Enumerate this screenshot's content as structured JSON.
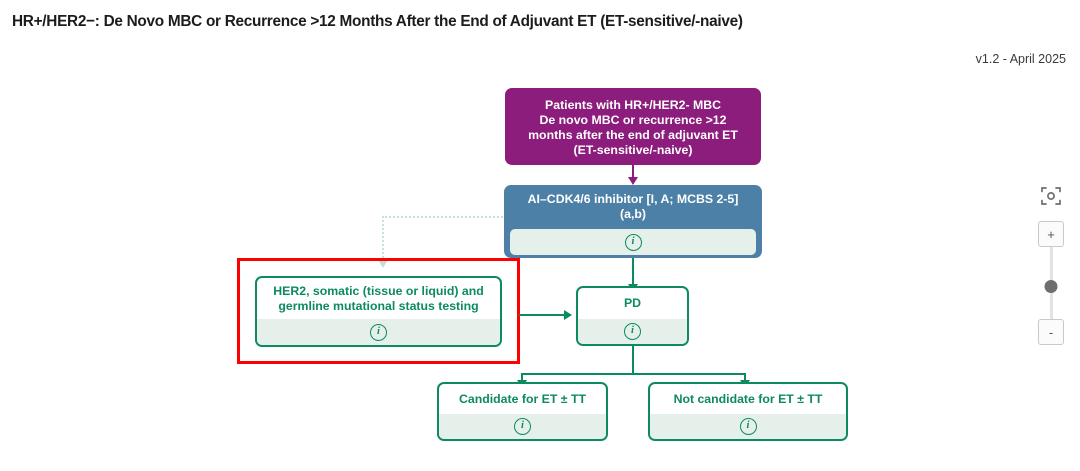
{
  "header": {
    "title": "HR+/HER2−: De Novo MBC or Recurrence >12 Months After the End of Adjuvant ET (ET-sensitive/-naive)",
    "version": "v1.2 - April 2025"
  },
  "colors": {
    "purple": "#8c1d7c",
    "blue": "#4d80a6",
    "green": "#0d8a5f",
    "infobar": "#e4f0e9",
    "selection": "#ff0000",
    "dotted": "#c7e3d6"
  },
  "diagram": {
    "nodes": [
      {
        "id": "patients",
        "type": "purple",
        "label": "Patients with HR+/HER2- MBC\nDe novo MBC or recurrence >12\nmonths after the end of adjuvant ET\n(ET-sensitive/-naive)",
        "line1": "Patients with HR+/HER2- MBC",
        "line2": "De novo MBC or recurrence >12",
        "line3": "months after the end of adjuvant ET",
        "line4": "(ET-sensitive/-naive)",
        "has_info": false,
        "selected": false
      },
      {
        "id": "ai-cdk",
        "type": "blue",
        "line1": "AI–CDK4/6 inhibitor [I, A; MCBS 2-5]",
        "line2": "(a,b)",
        "info_icon": "info-icon",
        "has_info": true,
        "selected": false
      },
      {
        "id": "her2-testing",
        "type": "green",
        "line1": "HER2, somatic (tissue or liquid) and",
        "line2": "germline mutational status testing",
        "info_icon": "info-icon",
        "has_info": true,
        "selected": true
      },
      {
        "id": "pd",
        "type": "green",
        "line1": "PD",
        "info_icon": "info-icon",
        "has_info": true,
        "selected": false
      },
      {
        "id": "candidate",
        "type": "green",
        "line1": "Candidate for ET ± TT",
        "info_icon": "info-icon",
        "has_info": true,
        "selected": false
      },
      {
        "id": "not-candidate",
        "type": "green",
        "line1": "Not candidate for ET ± TT",
        "info_icon": "info-icon",
        "has_info": true,
        "selected": false
      }
    ],
    "info_glyph": "i"
  },
  "zoom_control": {
    "fit_icon": "fit-to-screen-icon",
    "zoom_in_label": "+",
    "zoom_out_label": "-",
    "slider_name": "zoom-slider"
  }
}
